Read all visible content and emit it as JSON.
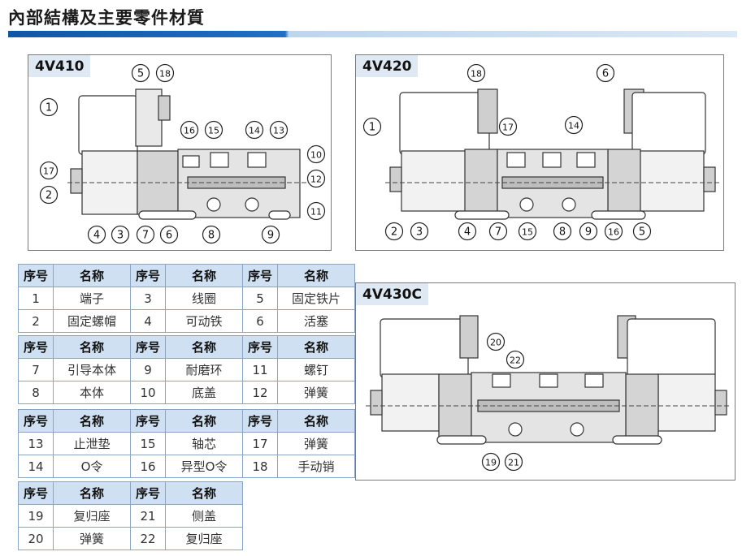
{
  "page": {
    "title": "內部結構及主要零件材質"
  },
  "panels": {
    "v410": {
      "label": "4V410",
      "callouts": [
        "1",
        "5",
        "18",
        "16",
        "15",
        "14",
        "13",
        "10",
        "17",
        "12",
        "2",
        "11",
        "4",
        "3",
        "7",
        "6",
        "8",
        "9"
      ]
    },
    "v420": {
      "label": "4V420",
      "callouts": [
        "1",
        "18",
        "17",
        "6",
        "14",
        "2",
        "3",
        "4",
        "7",
        "15",
        "8",
        "9",
        "16",
        "5"
      ]
    },
    "v430c": {
      "label": "4V430C",
      "callouts": [
        "20",
        "22",
        "19",
        "21"
      ]
    }
  },
  "tables": {
    "header": {
      "no": "序号",
      "name": "名称"
    },
    "group1": [
      [
        {
          "no": "1",
          "name": "端子"
        },
        {
          "no": "3",
          "name": "线圈"
        },
        {
          "no": "5",
          "name": "固定铁片"
        }
      ],
      [
        {
          "no": "2",
          "name": "固定螺帽"
        },
        {
          "no": "4",
          "name": "可动铁"
        },
        {
          "no": "6",
          "name": "活塞"
        }
      ]
    ],
    "group2": [
      [
        {
          "no": "7",
          "name": "引导本体"
        },
        {
          "no": "9",
          "name": "耐磨环"
        },
        {
          "no": "11",
          "name": "螺钉"
        }
      ],
      [
        {
          "no": "8",
          "name": "本体"
        },
        {
          "no": "10",
          "name": "底盖"
        },
        {
          "no": "12",
          "name": "弹簧"
        }
      ]
    ],
    "group3": [
      [
        {
          "no": "13",
          "name": "止泄垫"
        },
        {
          "no": "15",
          "name": "轴芯"
        },
        {
          "no": "17",
          "name": "弹簧"
        }
      ],
      [
        {
          "no": "14",
          "name": "O令"
        },
        {
          "no": "16",
          "name": "异型O令"
        },
        {
          "no": "18",
          "name": "手动销"
        }
      ]
    ],
    "group4": [
      [
        {
          "no": "19",
          "name": "复归座"
        },
        {
          "no": "21",
          "name": "侧盖"
        }
      ],
      [
        {
          "no": "20",
          "name": "弹簧"
        },
        {
          "no": "22",
          "name": "复归座"
        }
      ]
    ]
  }
}
